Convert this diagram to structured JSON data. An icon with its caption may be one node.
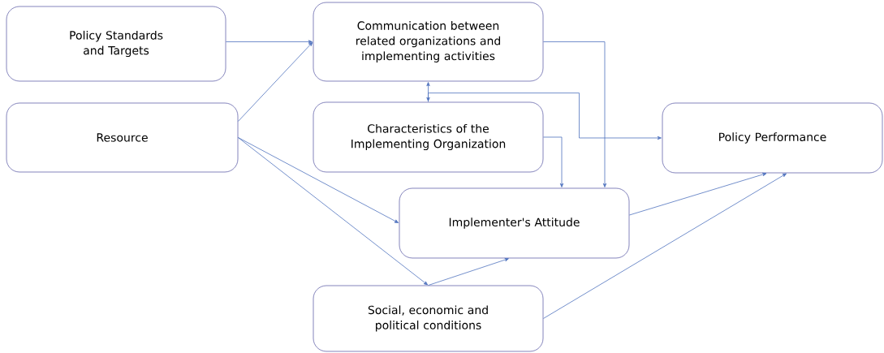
{
  "diagram": {
    "nodes": [
      {
        "text": [
          "Policy Standards and Targets"
        ]
      },
      {
        "text": [
          "Communication between related organizations and implementing activities"
        ]
      },
      {
        "text": [
          "Resource"
        ]
      },
      {
        "text": [
          "Characteristics of the Implementing Organization"
        ]
      },
      {
        "text": [
          "Policy Performance"
        ]
      },
      {
        "text": [
          "Implementer's Attitude"
        ]
      },
      {
        "text": [
          "Social, economic and political conditions"
        ]
      }
    ],
    "edges": [
      {
        "from": 0,
        "to": 1,
        "arrow": "to"
      },
      {
        "from": 2,
        "to": 1,
        "arrow": "to"
      },
      {
        "from": 1,
        "to": 3,
        "arrow": "both"
      },
      {
        "from": 3,
        "to": 4,
        "arrow": "to"
      },
      {
        "from": 1,
        "to": 5,
        "arrow": "to"
      },
      {
        "from": 3,
        "to": 5,
        "arrow": "to"
      },
      {
        "from": 2,
        "to": 5,
        "arrow": "to"
      },
      {
        "from": 2,
        "to": 6,
        "arrow": "to"
      },
      {
        "from": 6,
        "to": 5,
        "arrow": "to"
      },
      {
        "from": 5,
        "to": 4,
        "arrow": "to"
      },
      {
        "from": 6,
        "to": 4,
        "arrow": "to"
      }
    ]
  }
}
